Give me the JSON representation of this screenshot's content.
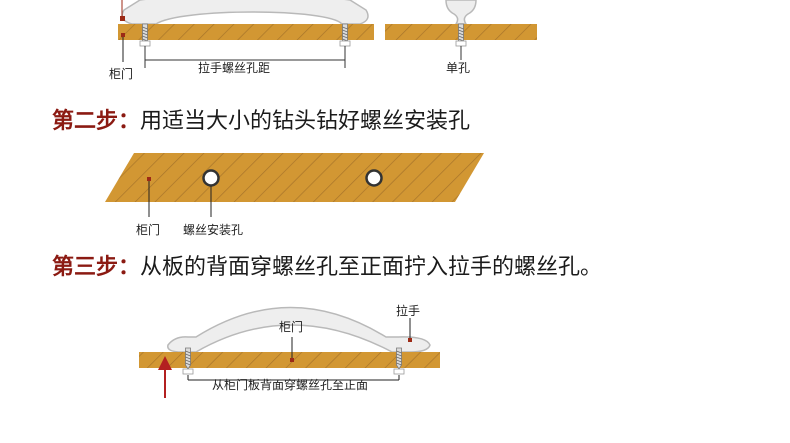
{
  "colors": {
    "wood": "#d29733",
    "stripe": "#a8752a",
    "handle_fill": "#eeeeee",
    "handle_stroke": "#b9b9b9",
    "marker": "#9c2a16",
    "step_lead": "#8b1a12",
    "arrow": "#b32020"
  },
  "top_section": {
    "labels": {
      "door": "柜门",
      "hole_distance": "拉手螺丝孔距",
      "single_hole": "单孔"
    }
  },
  "step2": {
    "lead": "第二步：",
    "text": "用适当大小的钻头钻好螺丝安装孔",
    "labels": {
      "door": "柜门",
      "install_hole": "螺丝安装孔"
    }
  },
  "step3": {
    "lead": "第三步：",
    "text": "从板的背面穿螺丝孔至正面拧入拉手的螺丝孔。",
    "labels": {
      "handle": "拉手",
      "door": "柜门",
      "through": "从柜门板背面穿螺丝孔至正面"
    }
  }
}
